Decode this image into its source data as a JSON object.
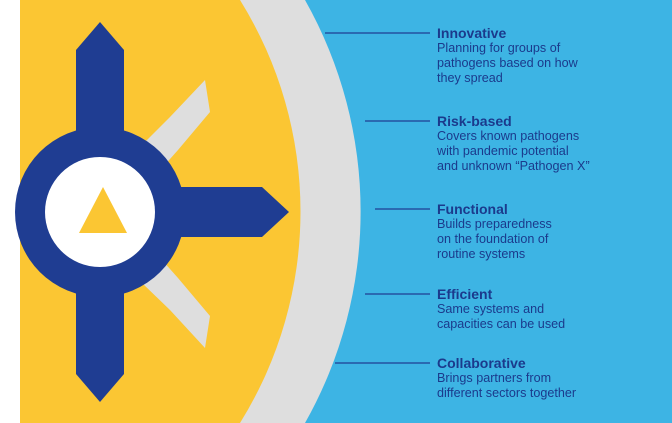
{
  "colors": {
    "background": "#ffffff",
    "sky_blue": "#3db4e4",
    "gray_ring": "#dedede",
    "yellow": "#fbc633",
    "navy": "#1f3d92",
    "white": "#ffffff",
    "text": "#1b3a8c"
  },
  "icons": {
    "emblem": "gear-emblem-icon",
    "center": "warning-triangle-icon"
  },
  "items": [
    {
      "title": "Innovative",
      "desc": "Planning for groups of\npathogens based on how\nthey spread"
    },
    {
      "title": "Risk-based",
      "desc": "Covers known pathogens\nwith pandemic potential\nand unknown “Pathogen X”"
    },
    {
      "title": "Functional",
      "desc": "Builds preparedness\non the foundation of\nroutine systems"
    },
    {
      "title": "Efficient",
      "desc": "Same systems and\ncapacities can be used"
    },
    {
      "title": "Collaborative",
      "desc": "Brings partners from\ndifferent sectors together"
    }
  ]
}
